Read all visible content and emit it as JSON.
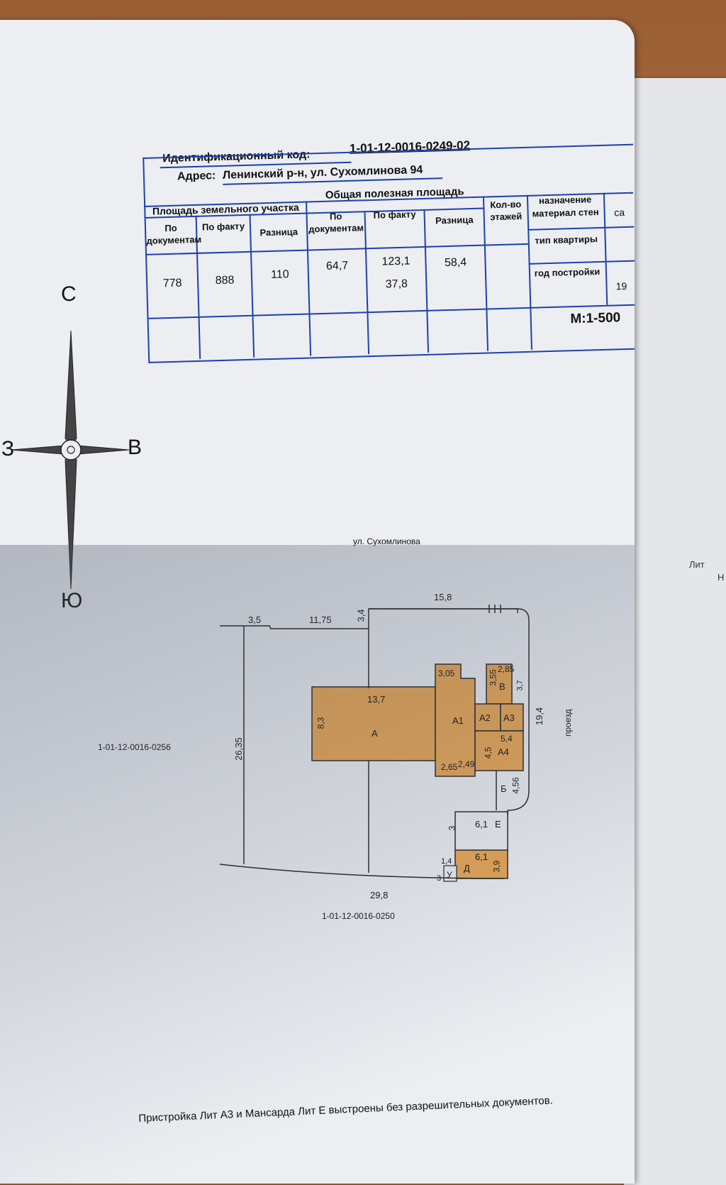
{
  "header": {
    "id_label": "Идентификационный код:",
    "id_value": "1-01-12-0016-0249-02",
    "address_label": "Адрес:",
    "address_value": "Ленинский р-н,   ул. Сухомлинова 94"
  },
  "table": {
    "group_land": "Площадь земельного участка",
    "group_useful": "Общая полезная площадь",
    "col_docs": "По документам",
    "col_fact": "По факту",
    "col_diff": "Разница",
    "col_floors": "Кол-во этажей",
    "right_labels": [
      "назначение",
      "материал стен",
      "тип квартиры",
      "год постройки"
    ],
    "right_edge_values": [
      "са",
      "19"
    ],
    "land_docs": "778",
    "land_fact": "888",
    "land_diff": "110",
    "useful_docs": "64,7",
    "useful_fact": "123,1",
    "useful_fact2": "37,8",
    "useful_diff": "58,4",
    "scale": "М:1-500"
  },
  "compass": {
    "north": "С",
    "south": "Ю",
    "west": "З",
    "east": "В"
  },
  "plan": {
    "street": "ул. Сухомлинова",
    "passage": "проезд",
    "neighbor_west": "1-01-12-0016-0256",
    "neighbor_south": "1-01-12-0016-0250",
    "dims": {
      "top": "15,8",
      "d35": "3,5",
      "d1175": "11,75",
      "d34": "3,4",
      "d2635": "26,35",
      "d298": "29,8",
      "d194": "19,4",
      "d456": "4,56",
      "d137": "13,7",
      "d83": "8,3",
      "d305": "3,05",
      "d355": "3,55",
      "d285": "2,85",
      "d37": "3,7",
      "d54": "5,4",
      "d45": "4,5",
      "d265": "2,65",
      "d249": "2,49",
      "d3": "3",
      "d61a": "6,1",
      "d61b": "6,1",
      "d39": "3,9",
      "d14": "1,4",
      "d3b": "3"
    },
    "lit": {
      "A": "А",
      "A1": "А1",
      "A2": "А2",
      "A3": "А3",
      "A4": "А4",
      "B": "В",
      "Bb": "Б",
      "E": "Е",
      "D": "Д",
      "U": "У"
    }
  },
  "page2": {
    "lit": "Лит",
    "n": "Н"
  },
  "footnote": "Пристройка  Лит А3 и Мансарда Лит Е выстроены   без разрешительных документов.",
  "colors": {
    "building": "#e8a552",
    "table_line": "#1e40af",
    "paper": "#eceef2"
  }
}
